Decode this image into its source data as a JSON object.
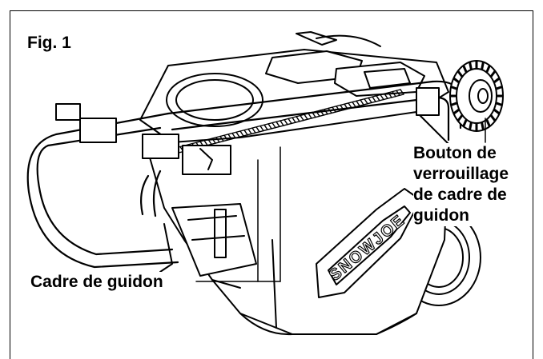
{
  "figure": {
    "label": "Fig. 1",
    "brand_logo_text": "SNOWJOE"
  },
  "callouts": {
    "lock_knob": {
      "lines": [
        "Bouton de",
        "verrouillage",
        "de cadre de",
        "guidon"
      ]
    },
    "handle_frame": {
      "label": "Cadre de guidon"
    }
  },
  "colors": {
    "line": "#000000",
    "background": "#ffffff"
  }
}
